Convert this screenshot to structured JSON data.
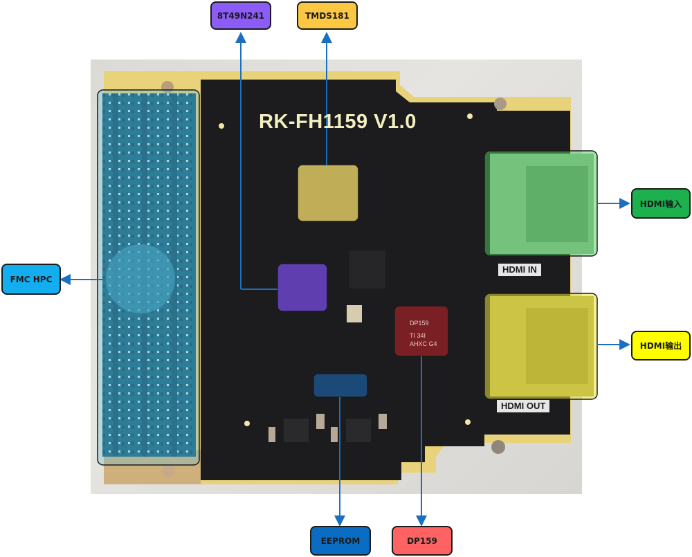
{
  "board": {
    "title": "RK-FH1159 V1.0",
    "silkscreen": {
      "hdmi_in": "HDMI IN",
      "hdmi_out": "HDMI OUT"
    },
    "chip_markings": {
      "dp159": [
        "DP159",
        "TI 34I",
        "AHXC G4"
      ]
    }
  },
  "callouts": [
    {
      "id": "8t49n241",
      "label": "8T49N241",
      "color": "#8b5cf6",
      "target": "clock-chip"
    },
    {
      "id": "tmds181",
      "label": "TMDS181",
      "color": "#fcc844",
      "target": "retimer-chip"
    },
    {
      "id": "fmc-hpc",
      "label": "FMC HPC",
      "color": "#12aef0",
      "target": "fmc-connector"
    },
    {
      "id": "hdmi-in",
      "label": "HDMI输入",
      "color": "#1db04f",
      "target": "hdmi-in-port"
    },
    {
      "id": "hdmi-out",
      "label": "HDMI输出",
      "color": "#ffff00",
      "target": "hdmi-out-port"
    },
    {
      "id": "eeprom",
      "label": "EEPROM",
      "color": "#0b6cc4",
      "target": "eeprom-chip"
    },
    {
      "id": "dp159",
      "label": "DP159",
      "color": "#ff6262",
      "target": "dp159-chip"
    }
  ],
  "colors": {
    "arrow": "#1b6fc0",
    "pcb": "#1c1c1e",
    "gold": "#e8d27a",
    "highlight_fmc": "#5fb7cc",
    "highlight_hdmi_in": "#5fcf6f",
    "highlight_hdmi_out": "#e6e04a"
  }
}
